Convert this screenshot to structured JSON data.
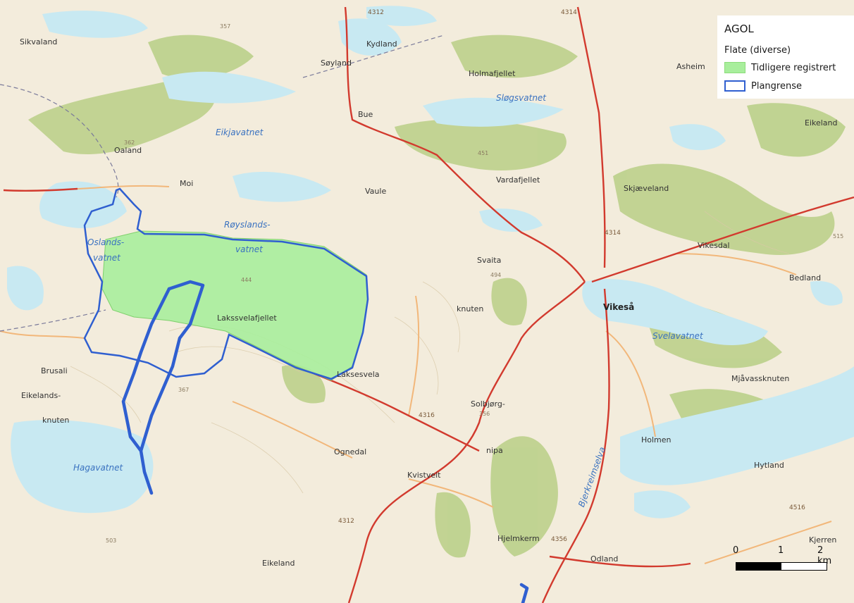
{
  "legend": {
    "title": "AGOL",
    "group": "Flate (diverse)",
    "items": [
      {
        "label": "Tidligere registrert",
        "fill": "#a8ee9c",
        "stroke": "#6ccf5a"
      },
      {
        "label": "Plangrense",
        "fill": "#ffffff",
        "stroke": "#2f5fd0"
      }
    ]
  },
  "scalebar": {
    "labels": [
      "0",
      "1",
      "2 km"
    ]
  },
  "colors": {
    "land": "#f3ecdc",
    "forest": "#b8cf86",
    "water": "#c8e9f2",
    "road_main": "#d23a2e",
    "road_minor": "#f2b77a",
    "boundary": "#2f5fd0",
    "registered_area": "#a8ee9c"
  },
  "places": [
    "Sikvaland",
    "Kydland",
    "Søyland",
    "Holmafjellet",
    "Asheim",
    "Bue",
    "Oaland",
    "Moi",
    "Vaule",
    "Vardafjellet",
    "Skjæveland",
    "Eikeland",
    "Svaita",
    "knuten",
    "Vikesdal",
    "Bedland",
    "Lakssvelafjellet",
    "Brusali",
    "Eikelands-",
    "knuten",
    "Laksesvela",
    "Mjåvassknuten",
    "Solbjørg-",
    "nipa",
    "Ognedal",
    "Holmen",
    "Kvistveit",
    "Hytland",
    "Kjerren",
    "Hjelmkerm",
    "Eikeland",
    "Odland"
  ],
  "place_major": "Vikeså",
  "water_labels": [
    "Eikjavatnet",
    "Røyslands-",
    "vatnet",
    "Oslands-",
    "vatnet",
    "Sløgsvatnet",
    "Svelavatnet",
    "Hagavatnet",
    "Bjerkreimselva"
  ],
  "road_labels": [
    "4312",
    "4314",
    "4314",
    "4312",
    "4356",
    "4316",
    "4516"
  ],
  "heights": [
    "357",
    "362",
    "451",
    "444",
    "494",
    "356",
    "367",
    "503",
    "515"
  ]
}
